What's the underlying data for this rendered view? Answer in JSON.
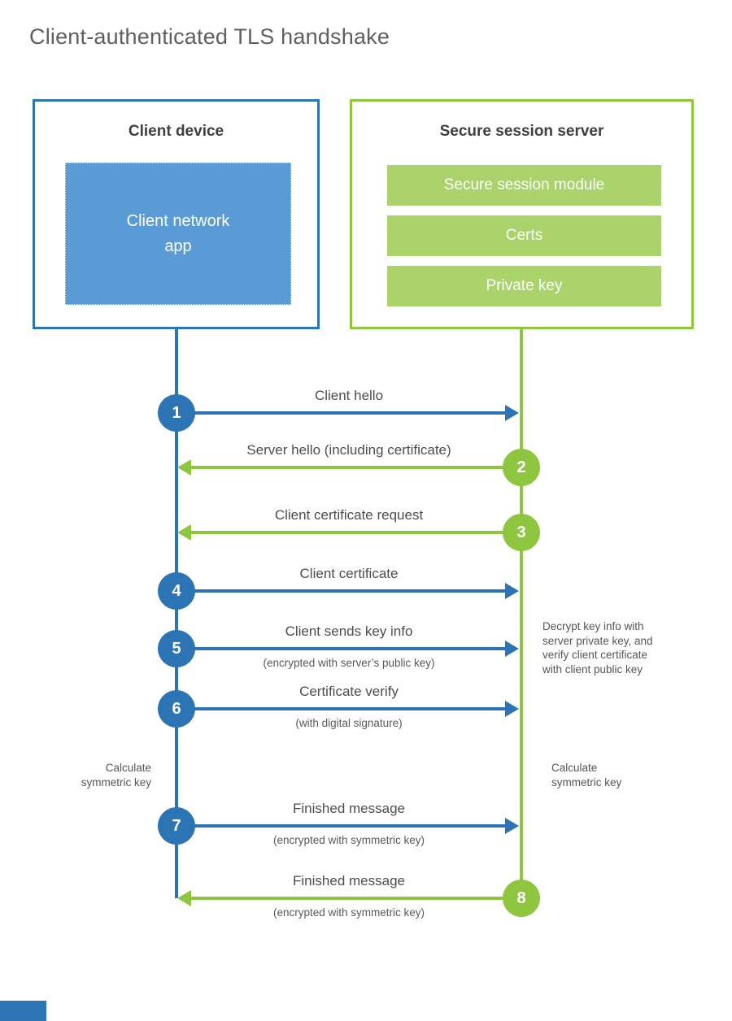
{
  "page": {
    "title": "Client-authenticated TLS handshake"
  },
  "client": {
    "title": "Client device",
    "app_label": "Client network\napp"
  },
  "server": {
    "title": "Secure session server",
    "modules": [
      "Secure session module",
      "Certs",
      "Private key"
    ]
  },
  "steps": [
    {
      "num": "1",
      "label": "Client hello",
      "direction": "client-to-server"
    },
    {
      "num": "2",
      "label": "Server hello (including certificate)",
      "direction": "server-to-client"
    },
    {
      "num": "3",
      "label": "Client certificate request",
      "direction": "server-to-client"
    },
    {
      "num": "4",
      "label": "Client certificate",
      "direction": "client-to-server"
    },
    {
      "num": "5",
      "label": "Client sends key info",
      "sub": "(encrypted with server’s public key)",
      "direction": "client-to-server"
    },
    {
      "num": "6",
      "label": "Certificate verify",
      "sub": "(with digital signature)",
      "direction": "client-to-server"
    },
    {
      "num": "7",
      "label": "Finished message",
      "sub": "(encrypted with symmetric key)",
      "direction": "client-to-server"
    },
    {
      "num": "8",
      "label": "Finished message",
      "sub": "(encrypted with symmetric key)",
      "direction": "server-to-client"
    }
  ],
  "notes": {
    "decrypt": "Decrypt key info with\nserver private key, and\nverify client certificate\nwith client public key",
    "calc_client": "Calculate\nsymmetric key",
    "calc_server": "Calculate\nsymmetric key"
  },
  "colors": {
    "blue": "#2d74b5",
    "blue_fill": "#5b9bd5",
    "green": "#8ec640",
    "green_fill": "#abd36c"
  }
}
